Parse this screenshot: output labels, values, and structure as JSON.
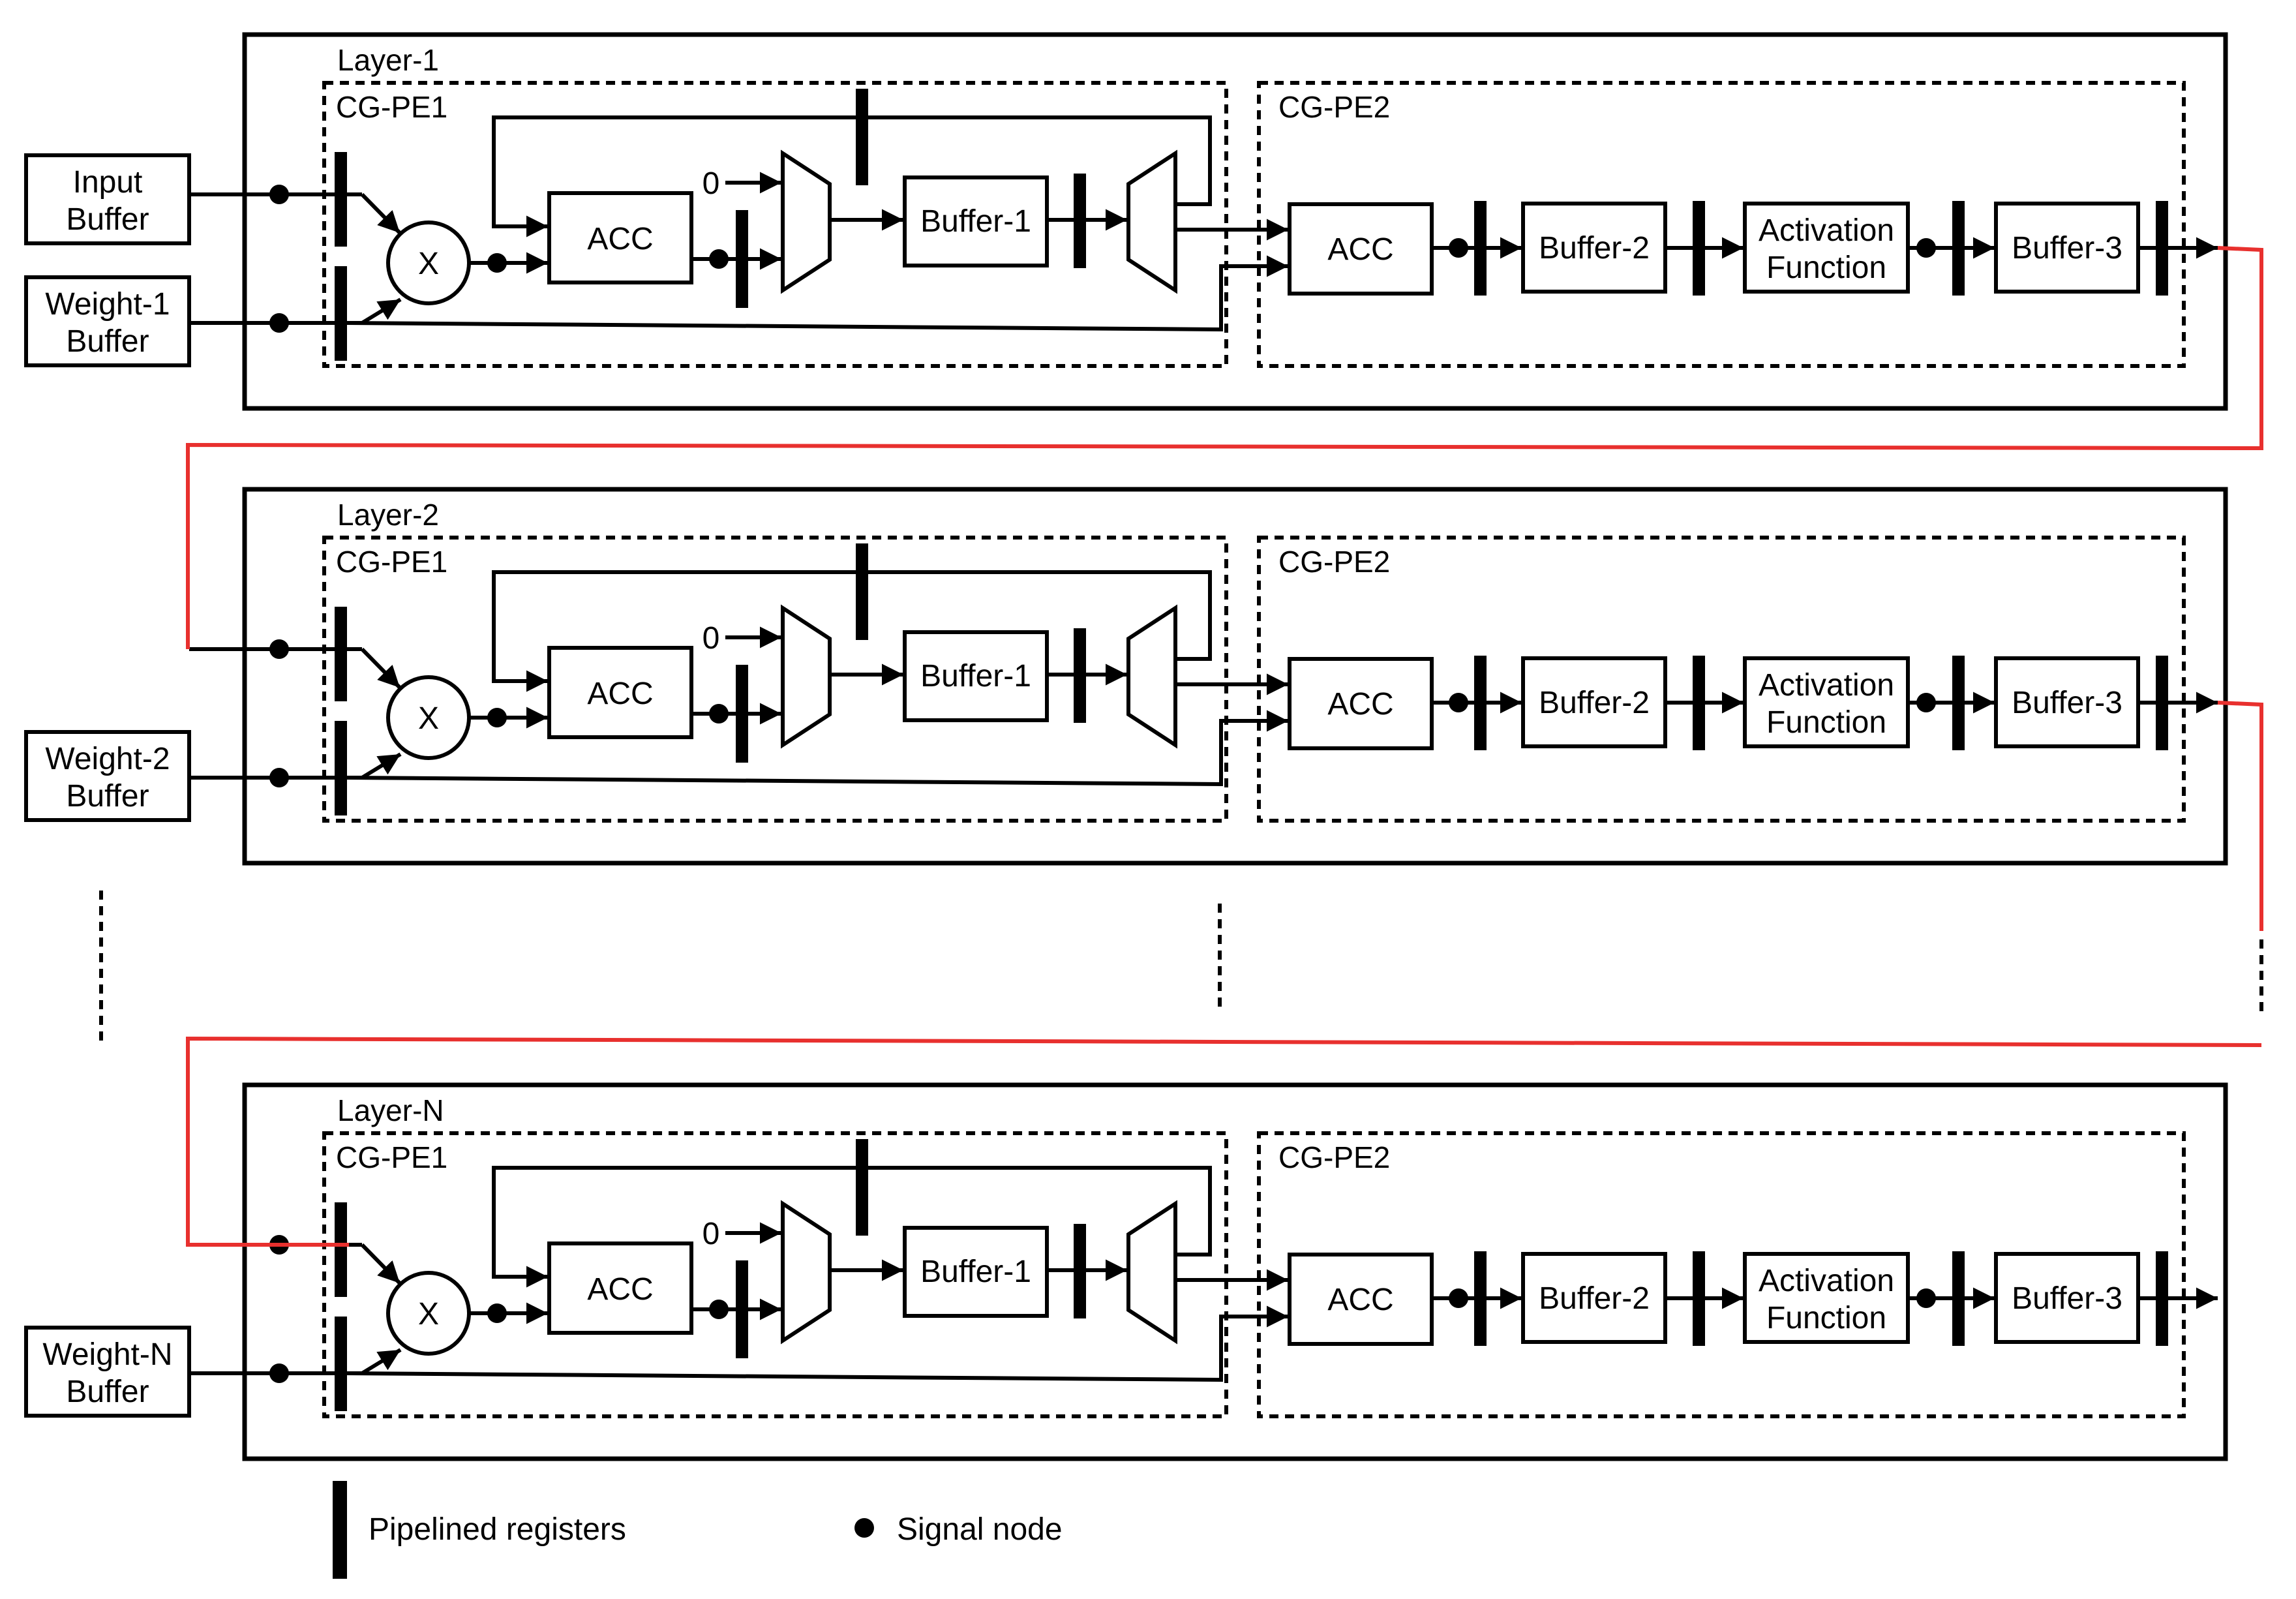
{
  "layers": [
    {
      "title": "Layer-1",
      "input_buffer": [
        "Input",
        "Buffer"
      ],
      "weight_buffer": [
        "Weight-1",
        "Buffer"
      ],
      "pe1_label": "CG-PE1",
      "pe2_label": "CG-PE2",
      "acc1_label": "ACC",
      "mult_label": "X",
      "zero_label": "0",
      "buffer1_label": "Buffer-1",
      "acc2_label": "ACC",
      "buffer2_label": "Buffer-2",
      "activation_label": [
        "Activation",
        "Function"
      ],
      "buffer3_label": "Buffer-3"
    },
    {
      "title": "Layer-2",
      "input_buffer": null,
      "weight_buffer": [
        "Weight-2",
        "Buffer"
      ],
      "pe1_label": "CG-PE1",
      "pe2_label": "CG-PE2",
      "acc1_label": "ACC",
      "mult_label": "X",
      "zero_label": "0",
      "buffer1_label": "Buffer-1",
      "acc2_label": "ACC",
      "buffer2_label": "Buffer-2",
      "activation_label": [
        "Activation",
        "Function"
      ],
      "buffer3_label": "Buffer-3"
    },
    {
      "title": "Layer-N",
      "input_buffer": null,
      "weight_buffer": [
        "Weight-N",
        "Buffer"
      ],
      "pe1_label": "CG-PE1",
      "pe2_label": "CG-PE2",
      "acc1_label": "ACC",
      "mult_label": "X",
      "zero_label": "0",
      "buffer1_label": "Buffer-1",
      "acc2_label": "ACC",
      "buffer2_label": "Buffer-2",
      "activation_label": [
        "Activation",
        "Function"
      ],
      "buffer3_label": "Buffer-3"
    }
  ],
  "legend": {
    "register_label": "Pipelined registers",
    "node_label": "Signal node"
  },
  "colors": {
    "stroke": "#000000",
    "link": "#e8302e",
    "background": "#ffffff"
  }
}
